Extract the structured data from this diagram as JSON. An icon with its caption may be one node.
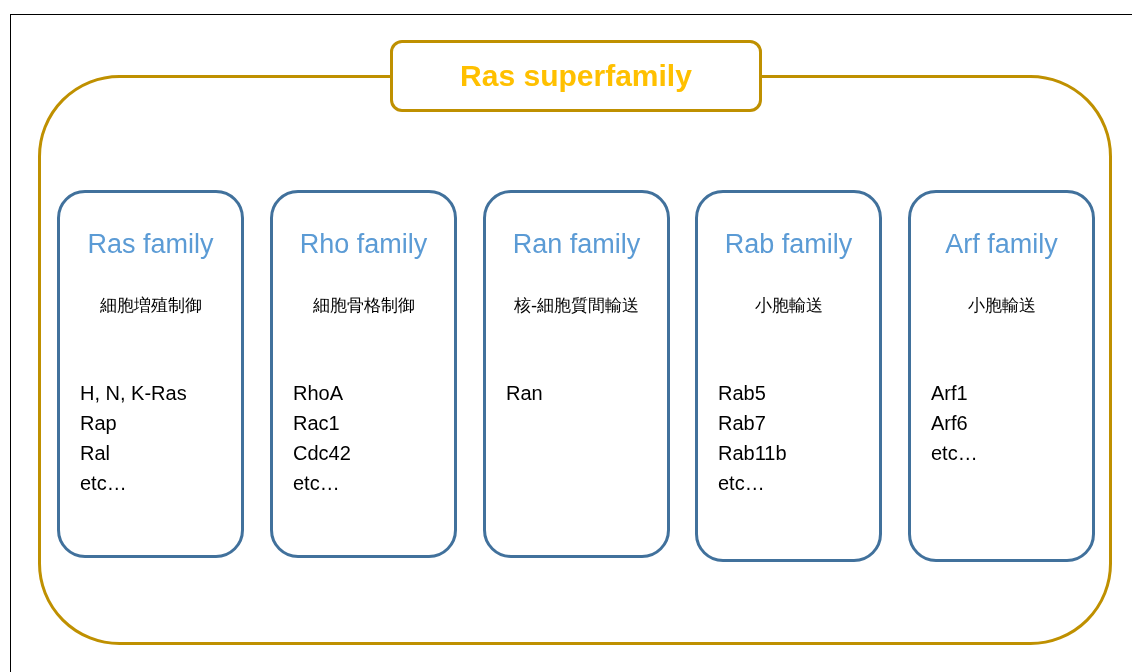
{
  "diagram": {
    "nodes": [
      {
        "text": [
          "Ras superfamily"
        ]
      },
      {
        "text": [
          "Ras family",
          "細胞増殖制御",
          "H, N, K-Ras",
          "Rap",
          "Ral",
          "etc…"
        ],
        "in": 0
      },
      {
        "text": [
          "Rho family",
          "細胞骨格制御",
          "RhoA",
          "Rac1",
          "Cdc42",
          "etc…"
        ],
        "in": 0
      },
      {
        "text": [
          "Ran family",
          "核-細胞質間輸送",
          "Ran"
        ],
        "in": 0
      },
      {
        "text": [
          "Rab family",
          "小胞輸送",
          "Rab5",
          "Rab7",
          "Rab11b",
          "etc…"
        ],
        "in": 0
      },
      {
        "text": [
          "Arf family",
          "小胞輸送",
          "Arf1",
          "Arf6",
          "etc…"
        ],
        "in": 0
      }
    ]
  }
}
